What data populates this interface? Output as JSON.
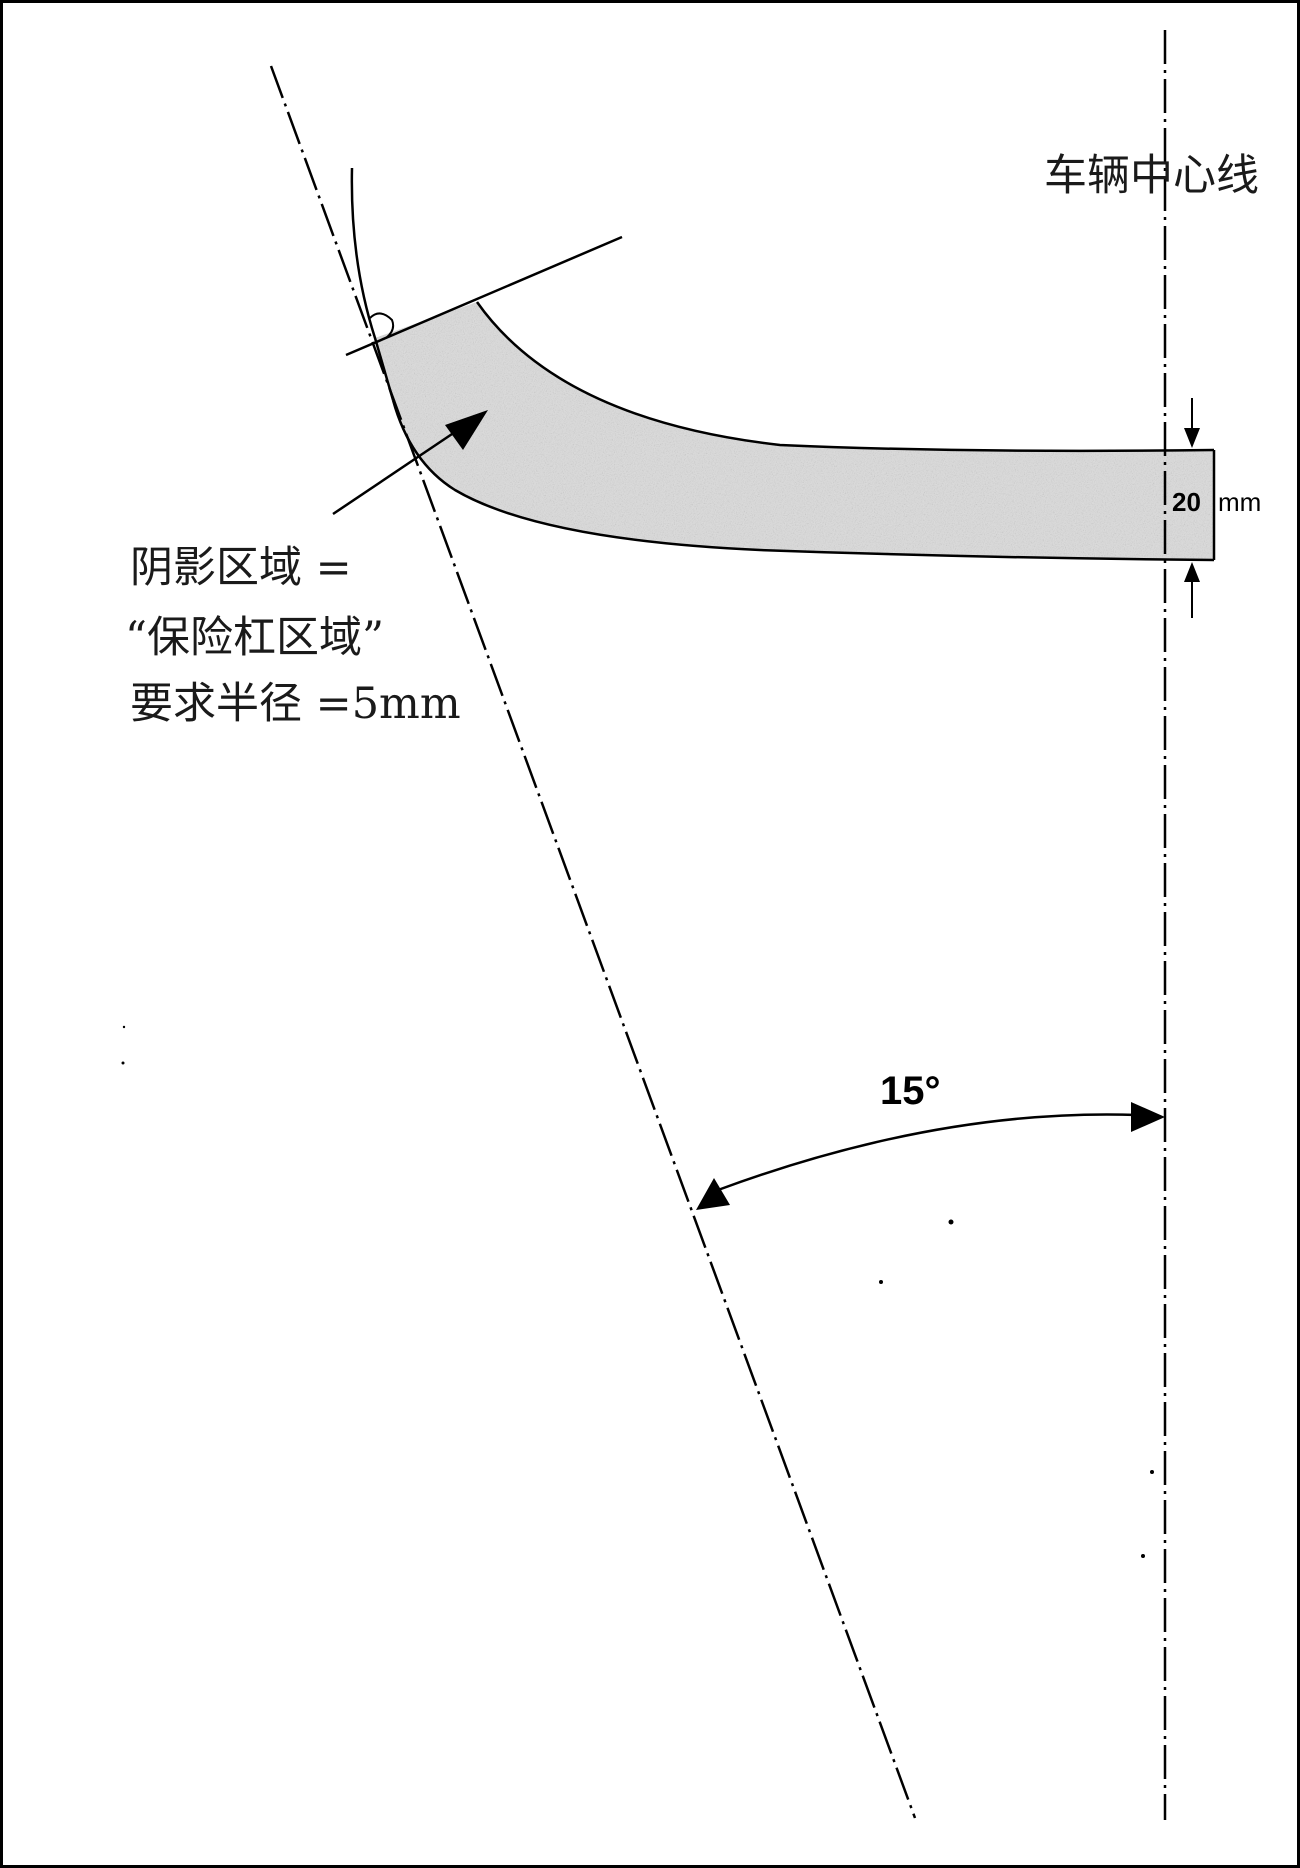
{
  "diagram": {
    "centerline_label": "车辆中心线",
    "annotation": {
      "line1": "阴影区域 =",
      "line2": "“保险杠区域”",
      "line3": "要求半径 =5mm"
    },
    "dimension": {
      "value": "20",
      "unit": "mm"
    },
    "angle_label": "15°",
    "colors": {
      "line": "#000000",
      "shade": "#d6d6d6",
      "text": "#1a1a1a"
    }
  }
}
